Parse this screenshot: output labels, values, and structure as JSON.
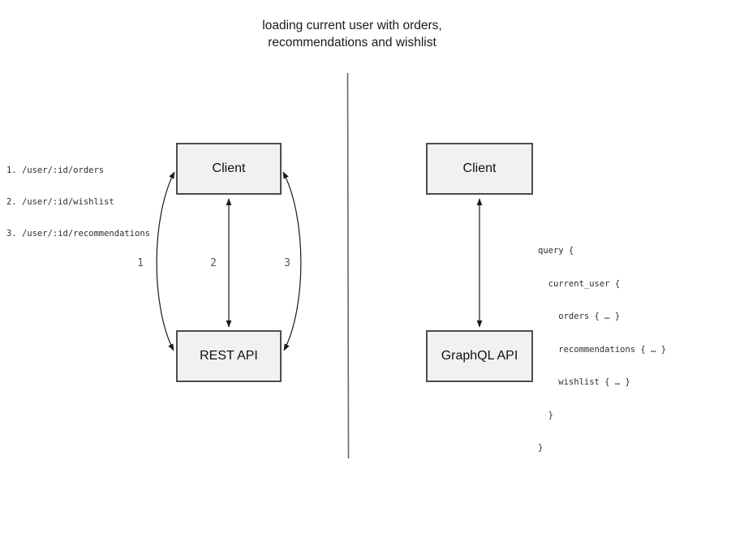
{
  "title": "loading current user with orders,\nrecommendations and wishlist",
  "colors": {
    "box_fill": "#f1f1f1",
    "box_border": "#4d4d4d",
    "arrow": "#1a1a1a",
    "divider": "#666666",
    "arrow_label": "#595959",
    "code_text": "#2e2e2e"
  },
  "left_panel": {
    "client_label": "Client",
    "api_label": "REST API",
    "endpoints": [
      "1. /user/:id/orders",
      "2. /user/:id/wishlist",
      "3. /user/:id/recommendations"
    ],
    "arrow_labels": [
      "1",
      "2",
      "3"
    ]
  },
  "right_panel": {
    "client_label": "Client",
    "api_label": "GraphQL API",
    "query_lines": [
      "query {",
      "  current_user {",
      "    orders { … }",
      "    recommendations { … }",
      "    wishlist { … }",
      "  }",
      "}"
    ]
  }
}
